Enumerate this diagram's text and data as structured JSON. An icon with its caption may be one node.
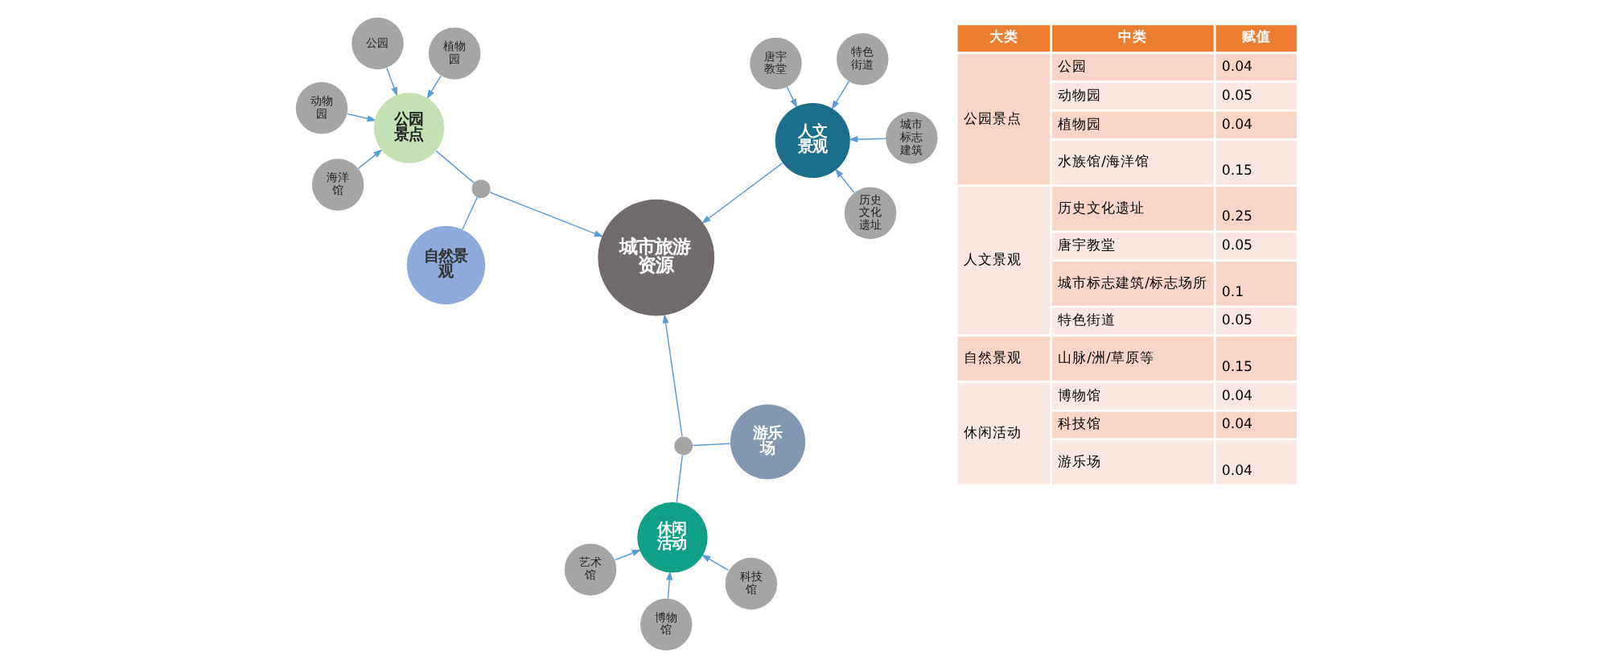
{
  "diagram": {
    "nodes": [
      {
        "text": [
          "唐宇教堂"
        ]
      },
      {
        "text": [
          "历史文化遗址"
        ]
      },
      {
        "text": [
          "人文景观"
        ]
      },
      {
        "text": [
          "城市标志建筑"
        ]
      },
      {
        "text": [
          "自然景观"
        ]
      },
      {
        "text": [
          "特色街道"
        ]
      },
      {
        "text": [
          "城市旅游资源"
        ]
      },
      {
        "text": [],
        "shape": "circle"
      },
      {
        "text": [],
        "shape": "circle"
      },
      {
        "text": [
          "休闲活动"
        ]
      },
      {
        "text": [
          "公园景点"
        ]
      },
      {
        "text": [
          "公园"
        ]
      },
      {
        "text": [
          "艺术馆"
        ]
      },
      {
        "text": [
          "博物馆"
        ]
      },
      {
        "text": [
          "游乐场"
        ]
      },
      {
        "text": [
          "海洋馆"
        ]
      },
      {
        "text": [
          "动物园"
        ]
      },
      {
        "text": [
          "科技馆"
        ]
      },
      {
        "text": [
          "植物园"
        ]
      }
    ],
    "edges": [
      {
        "from": 0,
        "to": 2,
        "arrow": "to"
      },
      {
        "from": 1,
        "to": 2,
        "arrow": "to"
      },
      {
        "from": 3,
        "to": 2,
        "arrow": "to"
      },
      {
        "from": 5,
        "to": 2,
        "arrow": "to"
      },
      {
        "from": 2,
        "to": 6,
        "arrow": "to"
      },
      {
        "from": 4,
        "to": 7,
        "arrow": "none"
      },
      {
        "from": 10,
        "to": 7,
        "arrow": "none"
      },
      {
        "from": 7,
        "to": 6,
        "arrow": "to"
      },
      {
        "from": 14,
        "to": 8,
        "arrow": "none"
      },
      {
        "from": 9,
        "to": 8,
        "arrow": "none"
      },
      {
        "from": 8,
        "to": 6,
        "arrow": "to"
      },
      {
        "from": 11,
        "to": 10,
        "arrow": "to"
      },
      {
        "from": 16,
        "to": 10,
        "arrow": "to"
      },
      {
        "from": 18,
        "to": 10,
        "arrow": "to"
      },
      {
        "from": 15,
        "to": 10,
        "arrow": "to"
      },
      {
        "from": 13,
        "to": 9,
        "arrow": "to"
      },
      {
        "from": 17,
        "to": 9,
        "arrow": "to"
      },
      {
        "from": 12,
        "to": 9,
        "arrow": "to"
      }
    ],
    "labels": [
      "大类",
      "中类",
      "赋值",
      "公园景点",
      "公园",
      "0.04",
      "动物园",
      "0.05",
      "植物园",
      "0.04",
      "水族馆/海洋馆",
      "0.15",
      "人文景观",
      "历史文化遗址",
      "0.25",
      "唐宇教堂",
      "0.05",
      "城市标志建筑/标志场所",
      "0.1",
      "特色街道",
      "0.05",
      "自然景观",
      "山脉/洲/草原等",
      "0.15",
      "休闲活动",
      "博物馆",
      "0.04",
      "科技馆",
      "0.04",
      "游乐场",
      "0.04"
    ]
  }
}
